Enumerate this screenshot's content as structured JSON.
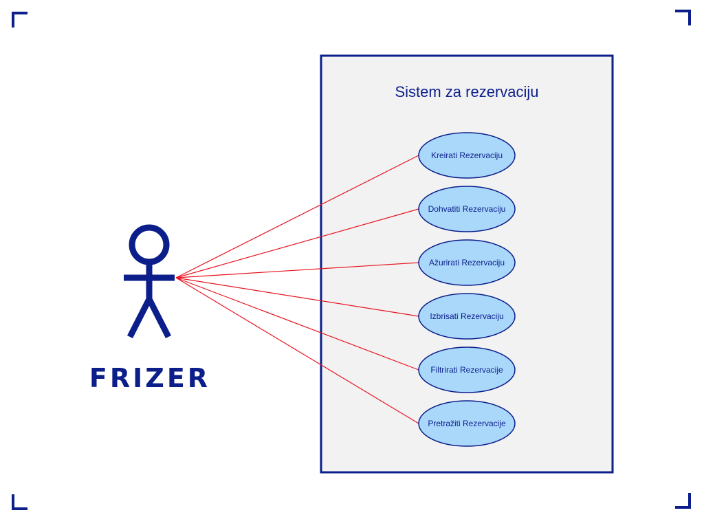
{
  "colors": {
    "navy": "#0b1e8a",
    "line": "#e8141e",
    "ellipse_fill": "#aad8fb",
    "system_fill": "#f2f2f2"
  },
  "actor": {
    "label": "FRIZER",
    "icon": "stick-figure-icon"
  },
  "system": {
    "title": "Sistem za rezervaciju"
  },
  "use_cases": [
    {
      "label": "Kreirati Rezervaciju"
    },
    {
      "label": "Dohvatiti Rezervaciju"
    },
    {
      "label": "Ažurirati Rezervaciju"
    },
    {
      "label": "Izbrisati Rezervaciju"
    },
    {
      "label": "Filtrirati Rezervacije"
    },
    {
      "label": "Pretražiti Rezervacije"
    }
  ]
}
